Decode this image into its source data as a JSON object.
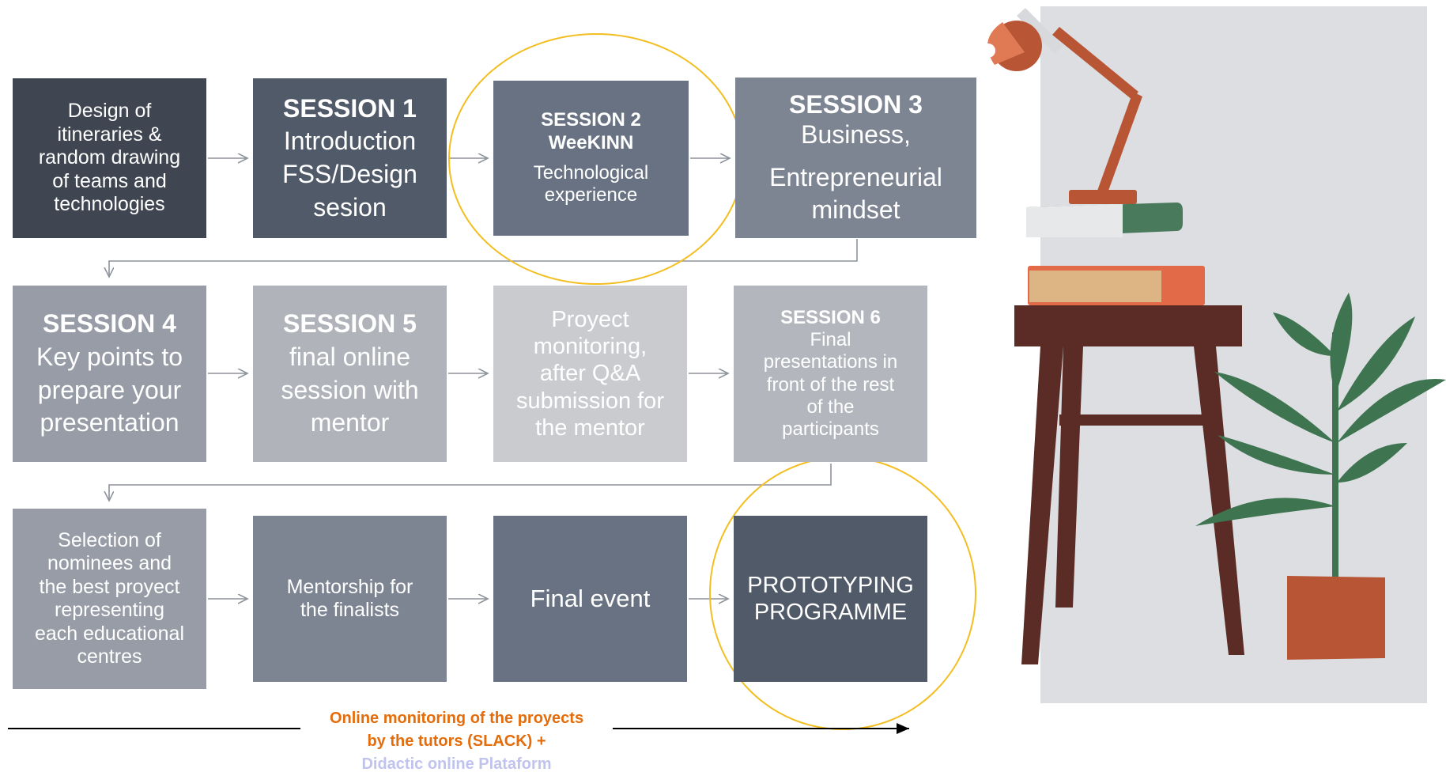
{
  "colors": {
    "c1": "#3f4652",
    "c2": "#515a69",
    "c3": "#687282",
    "c4": "#7d8593",
    "c5": "#979ca6",
    "c6": "#b0b4ba",
    "c7": "#c9cbcf",
    "c8": "#b3b7bd",
    "highlight_circle": "#f2be20",
    "connector": "#8d939c",
    "note_orange": "#e46c0a",
    "note_lavender": "#c0c3ee"
  },
  "steps": [
    {
      "id": "design",
      "title": "",
      "lines": [
        "Design of",
        "itineraries &",
        "random drawing",
        "of teams and",
        "technologies"
      ]
    },
    {
      "id": "session1",
      "title": "SESSION 1",
      "lines": [
        "Introduction",
        "FSS/Design",
        "sesion"
      ]
    },
    {
      "id": "session2",
      "title": "SESSION 2",
      "subtitle": "WeeKINN",
      "lines": [
        "Technological",
        "experience"
      ]
    },
    {
      "id": "session3",
      "title": "SESSION 3",
      "lines": [
        "Business,",
        "Entrepreneurial",
        "mindset"
      ]
    },
    {
      "id": "session4",
      "title": "SESSION 4",
      "lines": [
        "Key points to",
        "prepare your",
        "presentation"
      ]
    },
    {
      "id": "session5",
      "title": "SESSION 5",
      "lines": [
        "final online",
        "session with",
        "mentor"
      ]
    },
    {
      "id": "monitoring",
      "title": "",
      "lines": [
        "Proyect",
        "monitoring,",
        "after Q&A",
        "submission for",
        "the  mentor"
      ]
    },
    {
      "id": "session6",
      "title": "SESSION 6",
      "lines": [
        "Final",
        "presentations in",
        "front of the rest",
        "of the",
        "participants"
      ]
    },
    {
      "id": "selection",
      "title": "",
      "lines": [
        "Selection of",
        "nominees and",
        "the best proyect",
        "representing",
        "each educational",
        "centres"
      ]
    },
    {
      "id": "mentorship",
      "title": "",
      "lines": [
        "Mentorship for",
        "the finalists"
      ]
    },
    {
      "id": "final_event",
      "title": "",
      "lines": [
        "Final event"
      ]
    },
    {
      "id": "prototyping",
      "title": "",
      "lines": [
        "PROTOTYPING",
        "PROGRAMME"
      ]
    }
  ],
  "footer": {
    "line1": "Online monitoring of the proyects",
    "line2": "by the tutors (SLACK) +",
    "line3": "Didactic online Plataform"
  },
  "illustration": {
    "items": [
      "desk-lamp",
      "books",
      "stool",
      "potted-plant"
    ],
    "colors": {
      "panel": "#dcdee2",
      "lamp": "#b85535",
      "stool": "#5a2c25",
      "book_green": "#4a7a5c",
      "book_orange": "#e26a48",
      "book_tan": "#ddb483",
      "plant": "#3e7550",
      "pot": "#b85535"
    }
  }
}
